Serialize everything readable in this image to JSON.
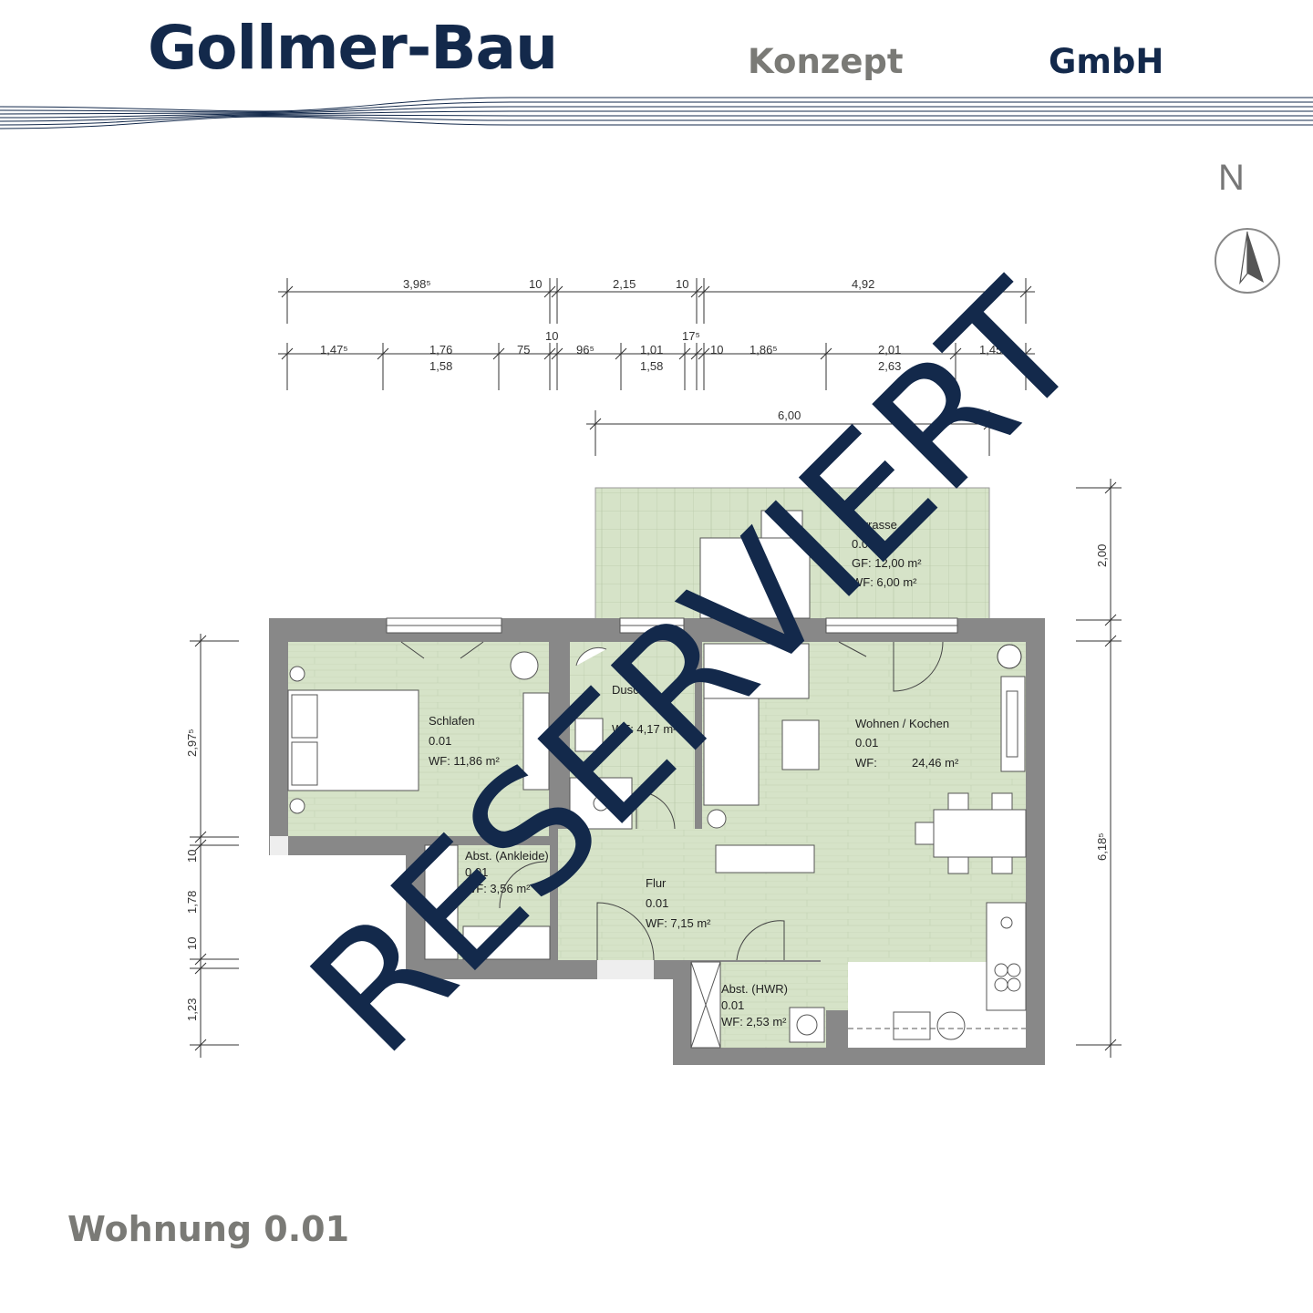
{
  "header": {
    "brand_main": "Gollmer-Bau",
    "brand_konzept": "Konzept",
    "brand_gmbh": "GmbH"
  },
  "north_label": "N",
  "stamp": "RESERVIERT",
  "apartment_title": "Wohnung 0.01",
  "dimensions": {
    "top_row1": [
      "3,98⁵",
      "10",
      "2,15",
      "10",
      "4,92"
    ],
    "top_row2_upper": [
      "1,47⁵",
      "1,76",
      "75",
      "10",
      "96⁵",
      "1,01",
      "17⁵",
      "10",
      "1,86⁵",
      "2,01",
      "1,45⁵"
    ],
    "top_row2_lower": [
      "1,58",
      "1,58",
      "2,63"
    ],
    "terrace_width": "6,00",
    "right_terrace": "2,00",
    "right_total": "6,18⁵",
    "left": [
      "2,97⁵",
      "10",
      "1,78",
      "10",
      "1,23"
    ]
  },
  "rooms": {
    "terrasse": {
      "name": "Terrasse",
      "number": "0.01",
      "gf": "GF: 12,00 m²",
      "wf": "WF:  6,00 m²"
    },
    "schlafen": {
      "name": "Schlafen",
      "number": "0.01",
      "wf": "WF: 11,86 m²"
    },
    "dusche": {
      "name": "Dusche",
      "wf": "WF: 4,17 m²"
    },
    "wohnen": {
      "name": "Wohnen / Kochen",
      "number": "0.01",
      "wf_label": "WF:",
      "wf_value": "24,46 m²"
    },
    "ankleide": {
      "name": "Abst. (Ankleide)",
      "number": "0.01",
      "wf": "WF:  3,56 m²"
    },
    "flur": {
      "name": "Flur",
      "number": "0.01",
      "wf": "WF: 7,15 m²"
    },
    "hwr": {
      "name": "Abst. (HWR)",
      "number": "0.01",
      "wf": "WF: 2,53 m²"
    }
  },
  "colors": {
    "brand_navy": "#13294b",
    "brand_grey": "#7a7a76",
    "room_fill": "#d6e3c8",
    "wall": "#888888"
  }
}
